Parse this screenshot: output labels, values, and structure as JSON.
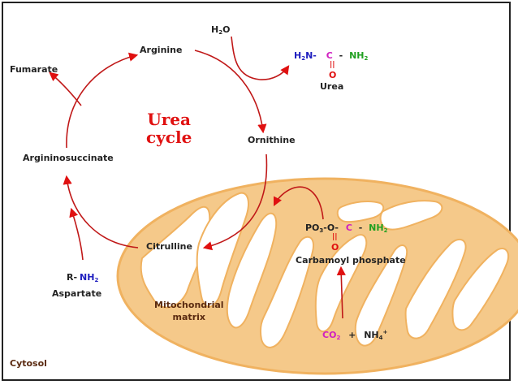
{
  "title": "Urea cycle",
  "title_line1": "Urea",
  "title_line2": "cycle",
  "intermediates": {
    "arginine": "Arginine",
    "ornithine": "Ornithine",
    "citrulline": "Citrulline",
    "argininosuccinate": "Argininosuccinate",
    "fumarate": "Fumarate"
  },
  "water": {
    "h": "H",
    "sub": "2",
    "o": "O"
  },
  "urea": {
    "h2n": "H",
    "h2n_sub": "2",
    "h2n_n": "N-",
    "c": "C",
    "dash": "-",
    "nh2": "NH",
    "nh2_sub": "2",
    "double_bond": "||",
    "o": "O",
    "name": "Urea"
  },
  "aspartate": {
    "r": "R-",
    "nh2": "NH",
    "nh2_sub": "2",
    "name": "Aspartate"
  },
  "carbamoyl_phosphate": {
    "po": "PO",
    "po_sub": "3",
    "o_dash": "-O-",
    "c": "C",
    "dash": "-",
    "nh2": "NH",
    "nh2_sub": "2",
    "double_bond": "||",
    "o": "O",
    "name": "Carbamoyl phosphate"
  },
  "inputs": {
    "co2": "CO",
    "co2_sub": "2",
    "plus": "+",
    "nh4": "NH",
    "nh4_sub": "4",
    "nh4_sup": "+"
  },
  "compartments": {
    "mito_line1": "Mitochondrial",
    "mito_line2": "matrix",
    "cytosol": "Cytosol"
  },
  "colors": {
    "arrow": "#e01010",
    "mitochondrion_fill": "#f5c98a",
    "mitochondrion_stroke": "#f0b260",
    "text": "#222222",
    "title": "#e01010",
    "nitrogen": "#2020c0",
    "amine": "#20a020",
    "carbon": "#d020c0",
    "oxygen": "#e01010"
  }
}
